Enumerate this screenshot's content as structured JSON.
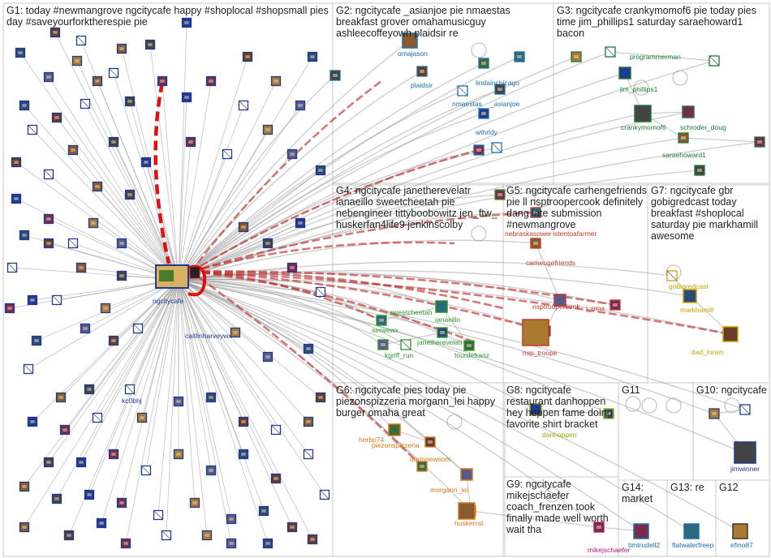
{
  "colors": {
    "g1": "#1f3a93",
    "g2": "#1a6fb0",
    "g3": "#1e7a36",
    "g4": "#2a9a2a",
    "g5": "#c0392b",
    "g6": "#d67a1a",
    "g7": "#c9a400",
    "g8": "#9aa800",
    "g9": "#b0187a",
    "g10": "#1f3a93",
    "g13": "#1a6fb0",
    "g14": "#1a6fb0",
    "edge": "#9a9a9a",
    "edge_red": "#c03030",
    "box_border": "#c8c8c8"
  },
  "groups": [
    {
      "id": "G1",
      "title": "G1: today #newmangrove ngcitycafe happy #shoplocal #shopsmall pies day #saveyourforktherespie pie"
    },
    {
      "id": "G2",
      "title": "G2: ngcitycafe _asianjoe pie nmaestas breakfast grover omahamusicguy ashleecoffeyowh plaidsir re"
    },
    {
      "id": "G3",
      "title": "G3: ngcitycafe crankymomof6 pie today pies time jim_phillips1 saturday saraehoward1 bacon"
    },
    {
      "id": "G4",
      "title": "G4: ngcitycafe janetherevelatr ianaeillo sweetcheetah pie nebengineer tittyboobowitz jen_ftw_ huskerfan4life9 jenkinscolby"
    },
    {
      "id": "G5",
      "title": "G5: ngcitycafe carhengefriends pie ll nsptroopercook definitely dang late submission #newmangrove"
    },
    {
      "id": "G6",
      "title": "G6: ngcitycafe pies today pie piezonspizzeria morgann_lei happy burger omaha great"
    },
    {
      "id": "G7",
      "title": "G7: ngcitycafe gbr gobigredcast today breakfast #shoplocal saturday pie markhamill awesome"
    },
    {
      "id": "G8",
      "title": "G8: ngcitycafe restaurant danhoppen hey hoppen fame doing favorite shirt bracket"
    },
    {
      "id": "G9",
      "title": "G9: ngcitycafe mikejschaefer coach_frenzen took finally made well worth wait tha"
    },
    {
      "id": "G10",
      "title": "G10: ngcitycafe"
    },
    {
      "id": "G11",
      "title": "G11"
    },
    {
      "id": "G12",
      "title": "G12"
    },
    {
      "id": "G13",
      "title": "G13: re"
    },
    {
      "id": "G14",
      "title": "G14: market"
    }
  ],
  "labels": [
    {
      "id": "ngcitycafe",
      "text": "ngcitycafe",
      "g": "g1"
    },
    {
      "id": "caitlinharveywx",
      "text": "caitlinharveywx",
      "g": "g1"
    },
    {
      "id": "kc0bhj",
      "text": "kc0bhj",
      "g": "g1"
    },
    {
      "id": "omajason",
      "text": "omajason",
      "g": "g2"
    },
    {
      "id": "plaidsir",
      "text": "plaidsir",
      "g": "g2"
    },
    {
      "id": "lindainchicago",
      "text": "lindainchicago",
      "g": "g2"
    },
    {
      "id": "nmaestas",
      "text": "nmaestas",
      "g": "g2"
    },
    {
      "id": "asianjoe",
      "text": "_asianjoe",
      "g": "g2"
    },
    {
      "id": "wthrldy",
      "text": "wthrldy",
      "g": "g2"
    },
    {
      "id": "programmerman",
      "text": "programmerman",
      "g": "g3"
    },
    {
      "id": "jim_phillips1",
      "text": "jim_phillips1",
      "g": "g3"
    },
    {
      "id": "crankymomof6",
      "text": "crankymomof6",
      "g": "g3"
    },
    {
      "id": "schroder_doug",
      "text": "schroder_doug",
      "g": "g3"
    },
    {
      "id": "saraehoward1",
      "text": "saraehoward1",
      "g": "g3"
    },
    {
      "id": "sweetcheetah",
      "text": "sweetcheetah",
      "g": "g4"
    },
    {
      "id": "ianaeillo",
      "text": "ianaeillo",
      "g": "g4"
    },
    {
      "id": "serwewx",
      "text": "serwewx",
      "g": "g4"
    },
    {
      "id": "janetherevelatr",
      "text": "janetherevelatr",
      "g": "g4"
    },
    {
      "id": "kgriff_run",
      "text": "kgriff_run",
      "g": "g4"
    },
    {
      "id": "tourdefranz",
      "text": "tourdefranz",
      "g": "g4"
    },
    {
      "id": "nebraskasower",
      "text": "nebraskasower",
      "g": "g5"
    },
    {
      "id": "istentoafarmer",
      "text": "istentoafarmer",
      "g": "g5"
    },
    {
      "id": "carhengefriends",
      "text": "carhengefriends",
      "g": "g5"
    },
    {
      "id": "nsptroopercook",
      "text": "nsptroopercook",
      "g": "g5"
    },
    {
      "id": "j_oma",
      "text": "j_oma",
      "g": "g5"
    },
    {
      "id": "nsp_troope",
      "text": "nsp_troope",
      "g": "g5"
    },
    {
      "id": "gobigredcast",
      "text": "gobigredcast",
      "g": "g7"
    },
    {
      "id": "markhamill",
      "text": "markhamill",
      "g": "g7"
    },
    {
      "id": "dad_lorian",
      "text": "dad_lorian",
      "g": "g7"
    },
    {
      "id": "herbp74",
      "text": "herbp74",
      "g": "g6"
    },
    {
      "id": "piezonspizzeria",
      "text": "piezonspizzeria",
      "g": "g6"
    },
    {
      "id": "darinnewsom",
      "text": "darinnewsom",
      "g": "g6"
    },
    {
      "id": "morgann_lei",
      "text": "morgann_lei",
      "g": "g6"
    },
    {
      "id": "huskerrat",
      "text": "huskerrat",
      "g": "g6"
    },
    {
      "id": "danhoppen",
      "text": "danhoppen",
      "g": "g8"
    },
    {
      "id": "mikejschaefer",
      "text": "mikejschaefer",
      "g": "g9"
    },
    {
      "id": "jimwinner",
      "text": "jimwinner",
      "g": "g10"
    },
    {
      "id": "timtrudell2",
      "text": "timtrudell2",
      "g": "g14"
    },
    {
      "id": "flatwaterfreep",
      "text": "flatwaterfreep",
      "g": "g13"
    },
    {
      "id": "efino87",
      "text": "efino87",
      "g": "g12"
    }
  ]
}
